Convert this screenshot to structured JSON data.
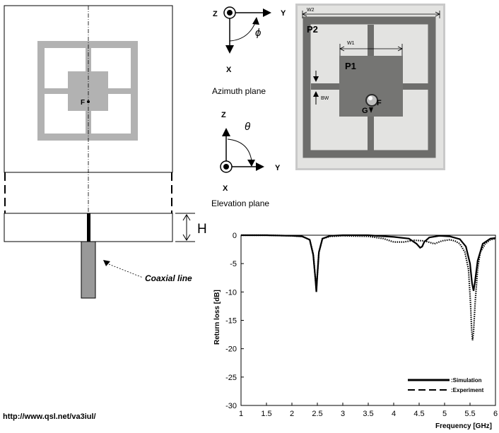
{
  "antenna_drawing": {
    "feed_label": "F",
    "height_label": "H",
    "coax_label": "Coaxial line"
  },
  "axes_azimuth": {
    "z_label": "Z",
    "y_label": "Y",
    "x_label": "X",
    "angle_symbol": "ϕ",
    "caption": "Azimuth plane"
  },
  "axes_elevation": {
    "z_label": "Z",
    "y_label": "Y",
    "x_label": "X",
    "angle_symbol": "θ",
    "caption": "Elevation plane"
  },
  "photo": {
    "w2_label": "W2",
    "p2_label": "P2",
    "w1_label": "W1",
    "p1_label": "P1",
    "bw_label": "BW",
    "g_label": "G",
    "f_label": "F"
  },
  "source_url": "http://www.qsl.net/va3iul/",
  "chart_data": {
    "type": "line",
    "xlabel": "Frequency [GHz]",
    "ylabel": "Return loss [dB]",
    "xlim": [
      1,
      6
    ],
    "ylim": [
      -30,
      0
    ],
    "xticks": [
      "1",
      "1.5",
      "2",
      "2.5",
      "3",
      "3.5",
      "4",
      "4.5",
      "5",
      "5.5",
      "6"
    ],
    "yticks": [
      "0",
      "-5",
      "-10",
      "-15",
      "-20",
      "-25",
      "-30"
    ],
    "legend_position": "bottom-right",
    "series": [
      {
        "name": ":Simulation",
        "style": "solid",
        "x": [
          1.0,
          1.5,
          2.0,
          2.2,
          2.35,
          2.42,
          2.46,
          2.48,
          2.5,
          2.53,
          2.6,
          2.75,
          3.0,
          3.5,
          4.0,
          4.3,
          4.45,
          4.52,
          4.56,
          4.6,
          4.7,
          4.9,
          5.1,
          5.3,
          5.42,
          5.5,
          5.54,
          5.57,
          5.6,
          5.65,
          5.75,
          5.9,
          6.0
        ],
        "y": [
          0,
          0,
          -0.1,
          -0.2,
          -0.8,
          -3.5,
          -7.5,
          -10,
          -7,
          -3,
          -0.6,
          -0.1,
          0,
          0,
          -0.3,
          -0.6,
          -1.5,
          -2.2,
          -2,
          -1.2,
          -0.4,
          -0.1,
          -0.2,
          -0.7,
          -2,
          -5,
          -8.5,
          -9.8,
          -8,
          -4.5,
          -1.5,
          -0.6,
          -0.5
        ]
      },
      {
        "name": ":Experiment",
        "style": "dotted",
        "x": [
          1.0,
          1.5,
          2.0,
          2.2,
          2.35,
          2.42,
          2.46,
          2.48,
          2.5,
          2.53,
          2.6,
          2.75,
          3.0,
          3.5,
          3.8,
          4.0,
          4.2,
          4.4,
          4.6,
          4.8,
          4.95,
          5.1,
          5.2,
          5.3,
          5.4,
          5.47,
          5.51,
          5.53,
          5.55,
          5.57,
          5.6,
          5.65,
          5.7,
          5.8,
          5.9,
          6.0
        ],
        "y": [
          0,
          0,
          -0.1,
          -0.2,
          -0.8,
          -3.3,
          -7.5,
          -9.5,
          -7,
          -3,
          -0.6,
          -0.2,
          -0.1,
          -0.2,
          -0.6,
          -1.2,
          -1.2,
          -0.9,
          -1.0,
          -1.5,
          -1.0,
          -0.8,
          -1.0,
          -1.5,
          -3,
          -6,
          -12,
          -16.5,
          -18.5,
          -17,
          -12,
          -6,
          -3,
          -1.5,
          -0.8,
          -0.6
        ]
      }
    ]
  }
}
